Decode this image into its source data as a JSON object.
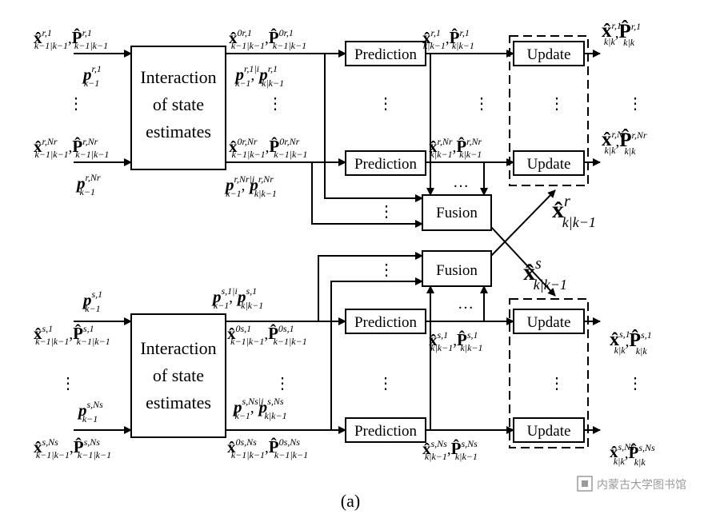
{
  "caption": "(a)",
  "watermark": "内蒙古大学图书馆",
  "blocks": {
    "interaction": [
      "Interaction",
      "of state",
      "estimates"
    ],
    "prediction": "Prediction",
    "update": "Update",
    "fusion": "Fusion"
  },
  "r_branch": {
    "input_1": {
      "x": "x̂",
      "x_sup": "r,1",
      "x_sub": "k−1|k−1",
      "p": "P̂",
      "p_sup": "r,1",
      "p_sub": "k−1|k−1"
    },
    "prob_1": {
      "base": "p",
      "sup": "r,1",
      "sub": "k−1"
    },
    "input_n": {
      "x": "x̂",
      "x_sup": "r,Nr",
      "x_sub": "k−1|k−1",
      "p": "P̂",
      "p_sup": "r,Nr",
      "p_sub": "k−1|k−1"
    },
    "prob_n": {
      "base": "p",
      "sup": "r,Nr",
      "sub": "k−1"
    },
    "mixed_1": {
      "x": "x̂",
      "x_sup": "0r,1",
      "x_sub": "k−1|k−1",
      "p": "P̂",
      "p_sup": "0r,1",
      "p_sub": "k−1|k−1"
    },
    "mixprob_1": {
      "a": "p",
      "a_sup": "r,1|i",
      "a_sub": "k−1",
      "b": "p",
      "b_sup": "r,1",
      "b_sub": "k|k−1"
    },
    "mixed_n": {
      "x": "x̂",
      "x_sup": "0r,Nr",
      "x_sub": "k−1|k−1",
      "p": "P̂",
      "p_sup": "0r,Nr",
      "p_sub": "k−1|k−1"
    },
    "mixprob_n": {
      "a": "p",
      "a_sup": "r,Nr|i",
      "a_sub": "k−1",
      "b": "p",
      "b_sup": "r,Nr",
      "b_sub": "k|k−1"
    },
    "pred_1": {
      "x": "x̂",
      "x_sup": "r,1",
      "x_sub": "k|k−1",
      "p": "P̂",
      "p_sup": "r,1",
      "p_sub": "k|k−1"
    },
    "pred_n": {
      "x": "x̂",
      "x_sup": "r,Nr",
      "x_sub": "k|k−1",
      "p": "P̂",
      "p_sup": "r,Nr",
      "p_sub": "k|k−1"
    },
    "out_1": {
      "x": "x̂",
      "x_sup": "r,1",
      "x_sub": "k|k",
      "p": "P̂",
      "p_sup": "r,1",
      "p_sub": "k|k"
    },
    "out_n": {
      "x": "x̂",
      "x_sup": "r,Nr",
      "x_sub": "k|k",
      "p": "P̂",
      "p_sup": "r,Nr",
      "p_sub": "k|k"
    },
    "fused": {
      "x": "x̂",
      "sup": "r",
      "sub": "k|k−1"
    }
  },
  "s_branch": {
    "input_1": {
      "x": "x̂",
      "x_sup": "s,1",
      "x_sub": "k−1|k−1",
      "p": "P̂",
      "p_sup": "s,1",
      "p_sub": "k−1|k−1"
    },
    "prob_1": {
      "base": "p",
      "sup": "s,1",
      "sub": "k−1"
    },
    "input_n": {
      "x": "x̂",
      "x_sup": "s,Ns",
      "x_sub": "k−1|k−1",
      "p": "P̂",
      "p_sup": "s,Ns",
      "p_sub": "k−1|k−1"
    },
    "prob_n": {
      "base": "p",
      "sup": "s,Ns",
      "sub": "k−1"
    },
    "mixed_1": {
      "x": "x̂",
      "x_sup": "0s,1",
      "x_sub": "k−1|k−1",
      "p": "P̂",
      "p_sup": "0s,1",
      "p_sub": "k−1|k−1"
    },
    "mixprob_1": {
      "a": "p",
      "a_sup": "s,1|i",
      "a_sub": "k−1",
      "b": "p",
      "b_sup": "s,1",
      "b_sub": "k|k−1"
    },
    "mixed_n": {
      "x": "x̂",
      "x_sup": "0s,Ns",
      "x_sub": "k−1|k−1",
      "p": "P̂",
      "p_sup": "0s,Ns",
      "p_sub": "k−1|k−1"
    },
    "mixprob_n": {
      "a": "p",
      "a_sup": "s,Ns|i",
      "a_sub": "k−1",
      "b": "p",
      "b_sup": "s,Ns",
      "b_sub": "k|k−1"
    },
    "pred_1": {
      "x": "x̂",
      "x_sup": "s,1",
      "x_sub": "k|k−1",
      "p": "P̂",
      "p_sup": "s,1",
      "p_sub": "k|k−1"
    },
    "pred_n": {
      "x": "x̂",
      "x_sup": "s,Ns",
      "x_sub": "k|k−1",
      "p": "P̂",
      "p_sup": "s,Ns",
      "p_sub": "k|k−1"
    },
    "out_1": {
      "x": "x̂",
      "x_sup": "s,1",
      "x_sub": "k|k",
      "p": "P̂",
      "p_sup": "s,1",
      "p_sub": "k|k"
    },
    "out_n": {
      "x": "x̂",
      "x_sup": "s,Ns",
      "x_sub": "k|k",
      "p": "P̂",
      "p_sup": "s,Ns",
      "p_sub": "k|k"
    },
    "fused": {
      "x": "x̂",
      "sup": "s",
      "sub": "k|k−1"
    }
  },
  "ellipsis": {
    "vertical": "⋮",
    "horizontal": "…"
  }
}
